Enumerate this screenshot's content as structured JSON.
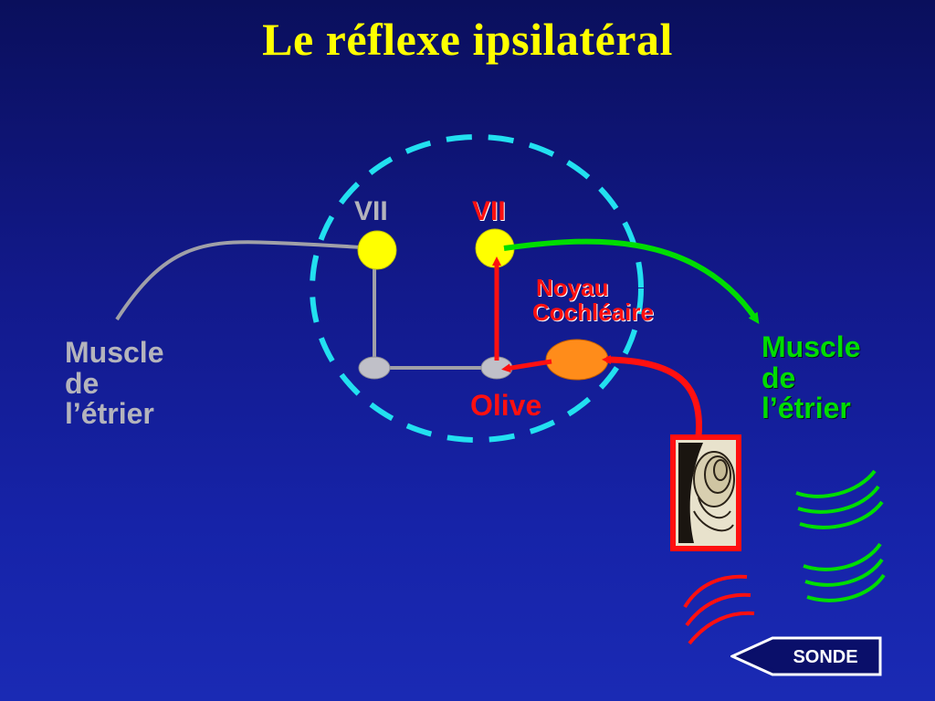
{
  "title": "Le réflexe ipsilatéral",
  "nodes": {
    "left_vii": "VII",
    "right_vii": "VII",
    "noyau_line1": "Noyau",
    "noyau_line2": "Cochléaire",
    "olive": "Olive"
  },
  "muscle_left": {
    "line1": "Muscle",
    "line2": "de",
    "line3": "l’étrier"
  },
  "muscle_right": {
    "line1": "Muscle",
    "line2": "de",
    "line3": "l’étrier"
  },
  "probe_label": "SONDE",
  "colors": {
    "title": "#ffff00",
    "reflex_pathway_efferent": "#00dd00",
    "reflex_pathway_afferent": "#ff1010",
    "contralateral_path": "#a0a0a8",
    "brainstem_outline": "#22e0f0",
    "nucleus_vii": "#ffff00",
    "noyau_cochleaire": "#ff8c1a",
    "olive": "#c0c0c8"
  },
  "icons": [
    "cochlea-image",
    "sound-wave-icon",
    "arrow-probe-icon"
  ]
}
